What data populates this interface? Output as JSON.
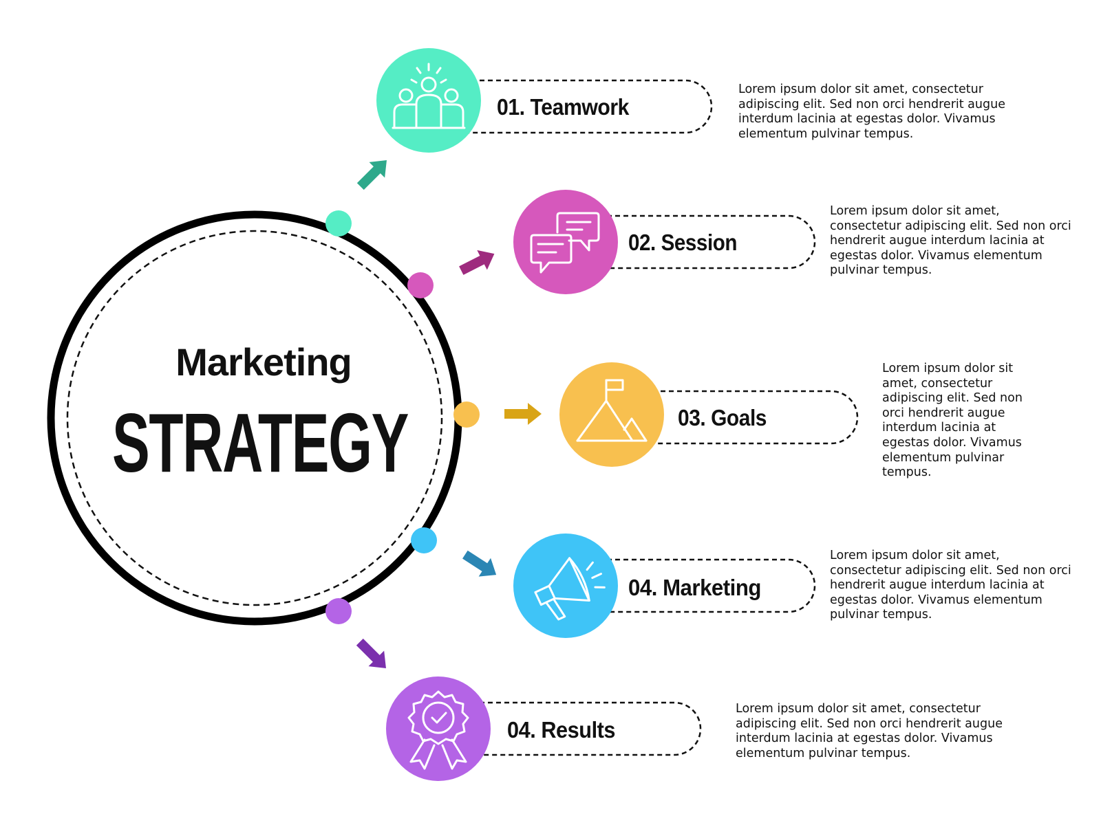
{
  "title": {
    "line1": "Marketing",
    "line2": "STRATEGY"
  },
  "steps": [
    {
      "label": "01. Teamwork",
      "icon": "teamwork-icon",
      "color": "#55EDC5",
      "arrow_color": "#2EA98B",
      "description": "Lorem ipsum dolor sit amet, consectetur adipiscing elit. Sed non orci hendrerit augue interdum lacinia at egestas dolor. Vivamus elementum pulvinar tempus."
    },
    {
      "label": "02. Session",
      "icon": "chat-bubbles-icon",
      "color": "#D658BC",
      "arrow_color": "#9E2B7E",
      "description": "Lorem ipsum dolor sit amet, consectetur adipiscing elit. Sed non orci hendrerit augue interdum lacinia at egestas dolor. Vivamus elementum pulvinar tempus."
    },
    {
      "label": "03. Goals",
      "icon": "mountain-flag-icon",
      "color": "#F8C04F",
      "arrow_color": "#D9A416",
      "description": "Lorem ipsum dolor sit amet, consectetur adipiscing elit. Sed non orci hendrerit augue interdum lacinia at egestas dolor. Vivamus elementum pulvinar tempus."
    },
    {
      "label": "04. Marketing",
      "icon": "megaphone-icon",
      "color": "#3FC4F7",
      "arrow_color": "#2B86B4",
      "description": "Lorem ipsum dolor sit amet, consectetur adipiscing elit. Sed non orci hendrerit augue interdum lacinia at egestas dolor. Vivamus elementum pulvinar tempus."
    },
    {
      "label": "04. Results",
      "icon": "award-badge-icon",
      "color": "#B464E6",
      "arrow_color": "#7B30AD",
      "description": "Lorem ipsum dolor sit amet, consectetur adipiscing elit. Sed non orci hendrerit augue interdum lacinia at egestas dolor. Vivamus elementum pulvinar tempus."
    }
  ]
}
